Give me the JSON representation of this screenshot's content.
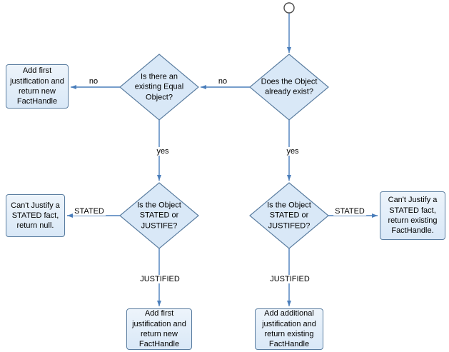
{
  "colors": {
    "node-fill": "#d9e8f7",
    "node-border": "#5a7da0",
    "edge": "#4a7ebb",
    "text": "#000000",
    "bg": "#ffffff"
  },
  "nodes": {
    "exists_diamond": {
      "label": "Does the Object\nalready exist?"
    },
    "equal_diamond": {
      "label": "Is there an\nexisting Equal\nObject?"
    },
    "add_first_left": {
      "label": "Add first\njustification and\nreturn new\nFactHandle"
    },
    "stated_left_diamond": {
      "label": "Is the Object\nSTATED or\nJUSTIFE?"
    },
    "stated_right_diamond": {
      "label": "Is the Object\nSTATED or\nJUSTIFED?"
    },
    "cant_justify_null": {
      "label": "Can't Justify a\nSTATED fact,\nreturn null."
    },
    "cant_justify_existing": {
      "label": "Can't Justify a\nSTATED fact,\nreturn existing\nFactHandle."
    },
    "add_first_bottom": {
      "label": "Add first\njustification and\nreturn new\nFactHandle"
    },
    "add_additional_bottom": {
      "label": "Add additional\njustification and\nreturn existing\nFactHandle"
    }
  },
  "edge_labels": {
    "no_right": "no",
    "no_left": "no",
    "yes_left": "yes",
    "yes_right": "yes",
    "stated_left": "STATED",
    "stated_right": "STATED",
    "justified_left": "JUSTIFIED",
    "justified_right": "JUSTIFIED"
  }
}
